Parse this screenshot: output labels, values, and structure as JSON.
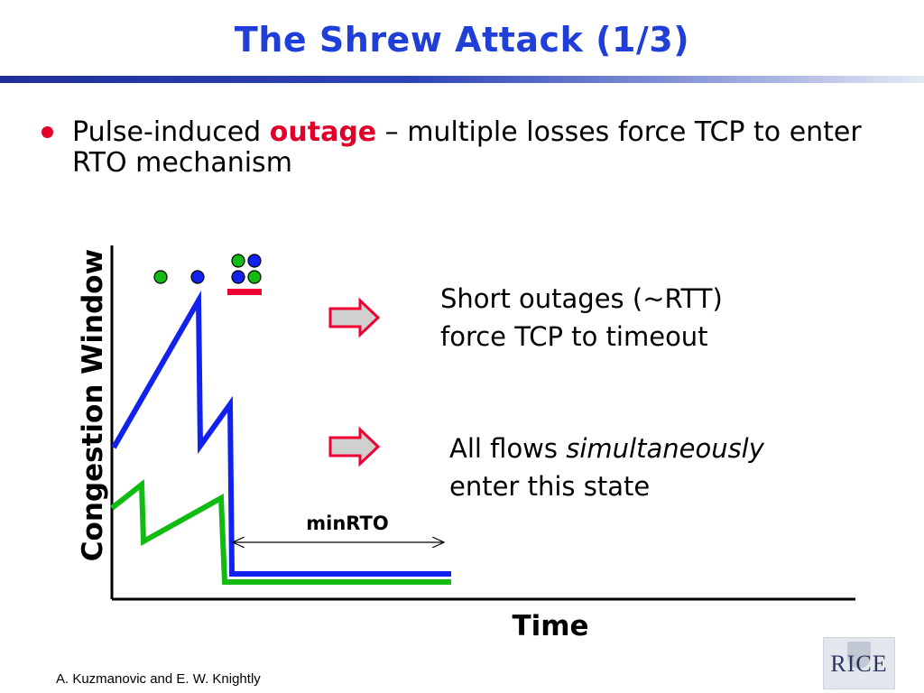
{
  "slide": {
    "title": "The Shrew Attack (1/3)",
    "bullet": {
      "prefix": "Pulse-induced ",
      "highlight": "outage",
      "suffix": " – multiple losses force TCP to enter RTO mechanism"
    },
    "notes": {
      "first_line1": "Short outages (~RTT)",
      "first_line2": "force TCP to timeout",
      "second_prefix": "All flows ",
      "second_emphasis": "simultaneously",
      "second_line2": "enter this state"
    },
    "footer": "A. Kuzmanovic and E. W. Knightly",
    "logo_text": "RICE"
  },
  "diagram": {
    "y_axis_label": "Congestion Window",
    "x_axis_label": "Time",
    "interval_label": "minRTO",
    "colors": {
      "title": "#1f3fd8",
      "highlight": "#e0002a",
      "blue_flow": "#1122ee",
      "green_flow": "#11bb11",
      "arrow_fill": "#d0d0d0",
      "arrow_stroke": "#ee0033",
      "outage_bar": "#ee0033"
    },
    "packet_colors": [
      "green",
      "blue",
      "green",
      "blue",
      "blue",
      "green"
    ]
  }
}
